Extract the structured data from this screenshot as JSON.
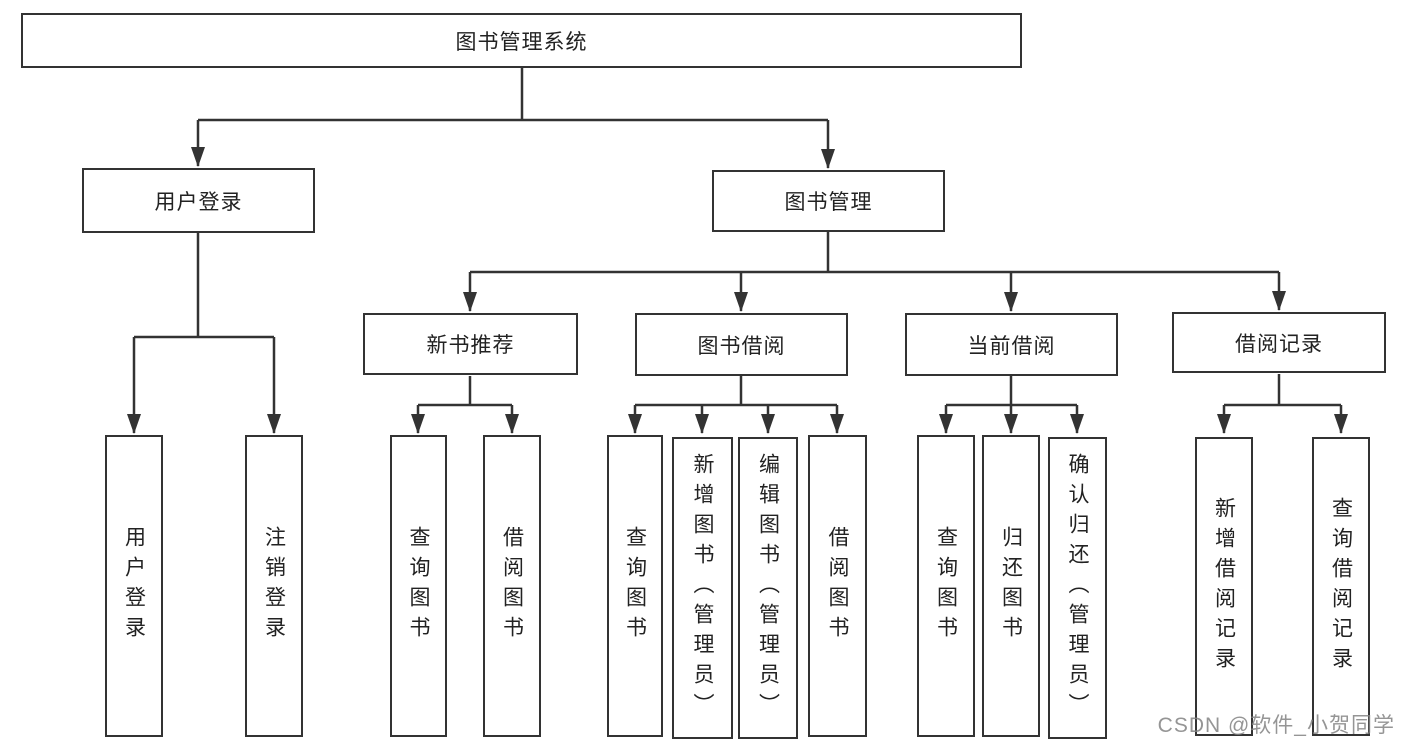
{
  "watermark": {
    "text": "CSDN @软件_小贺同学"
  },
  "colors": {
    "line": "#333333",
    "box_border": "#333333",
    "text": "#222222",
    "background": "#ffffff",
    "watermark_gray": "#828282"
  },
  "tree": {
    "root": {
      "label": "图书管理系统"
    },
    "level2": [
      {
        "label": "用户登录"
      },
      {
        "label": "图书管理"
      }
    ],
    "level3": [
      {
        "label": "新书推荐"
      },
      {
        "label": "图书借阅"
      },
      {
        "label": "当前借阅"
      },
      {
        "label": "借阅记录"
      }
    ],
    "leaves": {
      "user_login": [
        {
          "label": "用户登录"
        },
        {
          "label": "注销登录"
        }
      ],
      "new_book_recommend": [
        {
          "label": "查询图书"
        },
        {
          "label": "借阅图书"
        }
      ],
      "book_borrow": [
        {
          "label": "查询图书"
        },
        {
          "label": "新增图书（管理员）"
        },
        {
          "label": "编辑图书（管理员）"
        },
        {
          "label": "借阅图书"
        }
      ],
      "current_borrow": [
        {
          "label": "查询图书"
        },
        {
          "label": "归还图书"
        },
        {
          "label": "确认归还（管理员）"
        }
      ],
      "borrow_record": [
        {
          "label": "新增借阅记录"
        },
        {
          "label": "查询借阅记录"
        }
      ]
    }
  }
}
